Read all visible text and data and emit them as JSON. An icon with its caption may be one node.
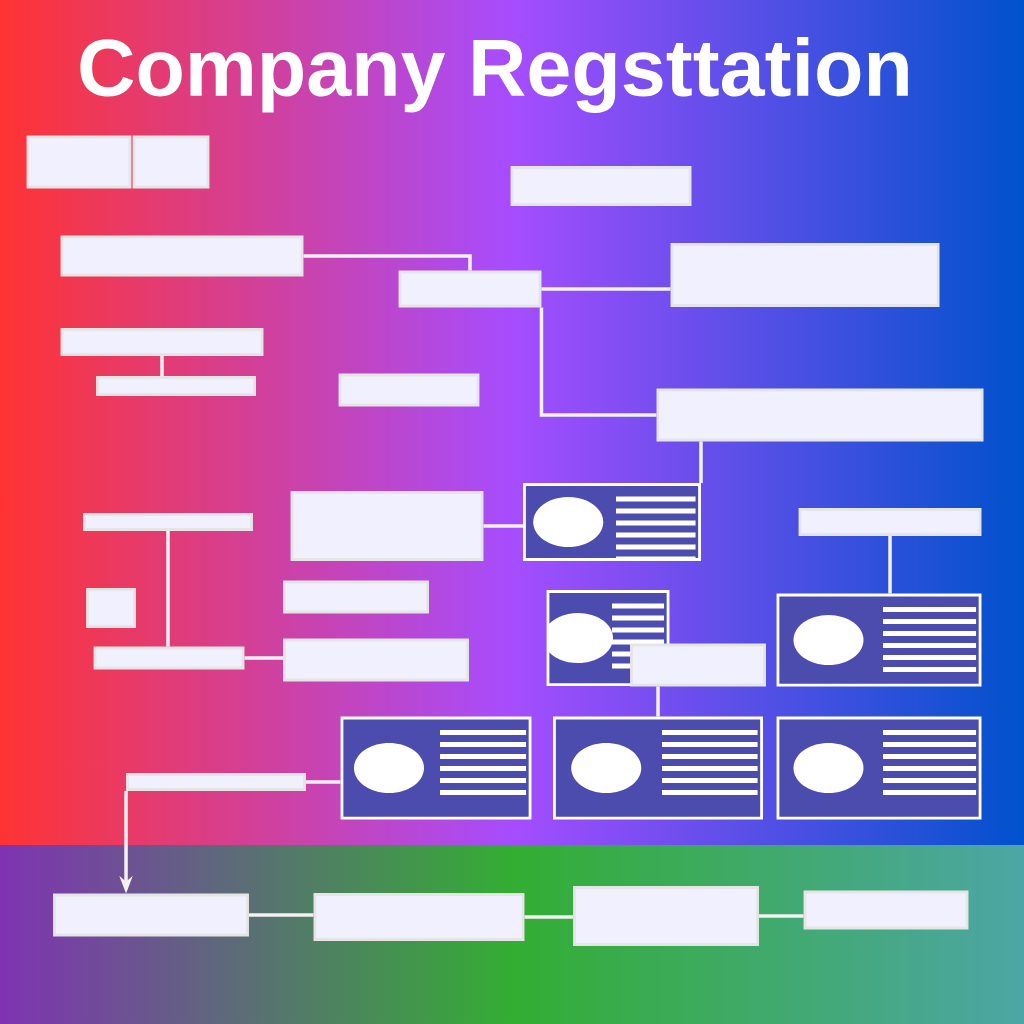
{
  "diagram": {
    "title": "Company Regsttation",
    "nodes": [
      {
        "text": [],
        "shape": "box"
      },
      {
        "text": [],
        "shape": "box"
      },
      {
        "text": [],
        "shape": "box"
      },
      {
        "text": [],
        "shape": "box"
      },
      {
        "text": [],
        "shape": "box"
      },
      {
        "text": [],
        "shape": "box"
      },
      {
        "text": [],
        "shape": "box"
      },
      {
        "text": [],
        "shape": "box"
      },
      {
        "text": [],
        "shape": "box"
      },
      {
        "text": [],
        "shape": "box"
      },
      {
        "text": [],
        "shape": "box"
      },
      {
        "text": [],
        "shape": "picture"
      },
      {
        "text": [],
        "shape": "box"
      },
      {
        "text": [],
        "shape": "box"
      },
      {
        "text": [],
        "shape": "box"
      },
      {
        "text": [],
        "shape": "box"
      },
      {
        "text": [],
        "shape": "box"
      },
      {
        "text": [],
        "shape": "box"
      },
      {
        "text": [],
        "shape": "picture"
      },
      {
        "text": [],
        "shape": "box"
      },
      {
        "text": [],
        "shape": "picture"
      },
      {
        "text": [],
        "shape": "picture"
      },
      {
        "text": [],
        "shape": "picture"
      },
      {
        "text": [],
        "shape": "picture"
      },
      {
        "text": [],
        "shape": "box"
      },
      {
        "text": [],
        "shape": "box"
      },
      {
        "text": [],
        "shape": "box"
      },
      {
        "text": [],
        "shape": "box"
      },
      {
        "text": [],
        "shape": "box"
      }
    ],
    "edges": [
      {
        "from": 2,
        "to": 4,
        "arrow": "none"
      },
      {
        "from": 4,
        "to": 5,
        "arrow": "none"
      },
      {
        "from": 4,
        "to": 9,
        "arrow": "none"
      },
      {
        "from": 11,
        "to": 9,
        "arrow": "none"
      },
      {
        "from": 10,
        "to": 11,
        "arrow": "none"
      },
      {
        "from": 12,
        "to": 20,
        "arrow": "none"
      },
      {
        "from": 16,
        "to": 17,
        "arrow": "none"
      },
      {
        "from": 24,
        "to": 21,
        "arrow": "none"
      },
      {
        "from": 22,
        "to": 19,
        "arrow": "none"
      },
      {
        "from": 25,
        "to": 26,
        "arrow": "none"
      },
      {
        "from": 26,
        "to": 27,
        "arrow": "none"
      },
      {
        "from": 27,
        "to": 28,
        "arrow": "none"
      },
      {
        "from": 24,
        "to": 25,
        "arrow": "to"
      },
      {
        "from": 6,
        "to": 7,
        "arrow": "none"
      },
      {
        "from": 13,
        "to": 16,
        "arrow": "none"
      }
    ]
  }
}
